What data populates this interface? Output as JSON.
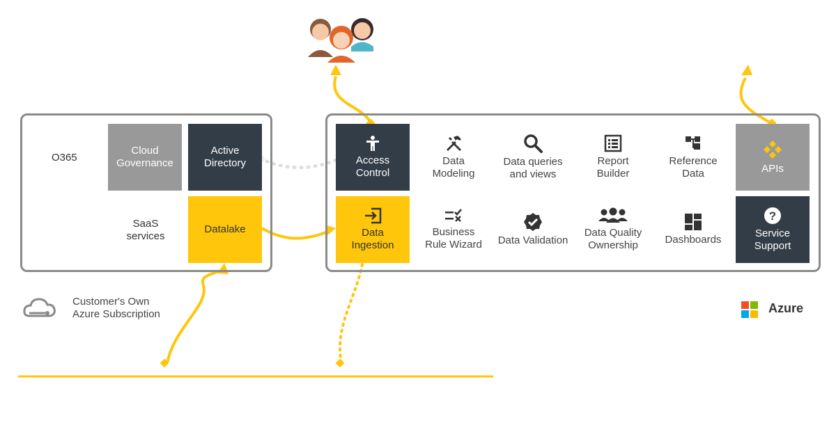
{
  "left_panel": {
    "o365_label": "O365",
    "saas_label": "SaaS\nservices",
    "tiles": {
      "cloud_governance": "Cloud\nGovernance",
      "active_directory": "Active\nDirectory",
      "datalake": "Datalake"
    }
  },
  "right_panel": {
    "access_control": "Access\nControl",
    "data_modeling": "Data\nModeling",
    "data_queries": "Data queries\nand views",
    "report_builder": "Report\nBuilder",
    "reference_data": "Reference\nData",
    "apis": "APIs",
    "data_ingestion": "Data\nIngestion",
    "business_rule_wizard": "Business\nRule Wizard",
    "data_validation": "Data Validation",
    "data_quality_ownership": "Data Quality\nOwnership",
    "dashboards": "Dashboards",
    "service_support": "Service\nSupport"
  },
  "footer": {
    "subscription_label": "Customer's Own\nAzure Subscription",
    "azure_label": "Azure"
  },
  "colors": {
    "accent_yellow": "#ffc60b",
    "dark_tile": "#333d47",
    "gray_tile": "#999999",
    "frame": "#8a8a8a"
  },
  "icons": [
    "users-icon",
    "hammer-wrench-icon",
    "search-icon",
    "report-list-icon",
    "hierarchy-icon",
    "diamond-icon",
    "login-icon",
    "rule-check-icon",
    "badge-check-icon",
    "group-icon",
    "dashboard-icon",
    "question-icon",
    "cloud-icon",
    "microsoft-logo"
  ]
}
